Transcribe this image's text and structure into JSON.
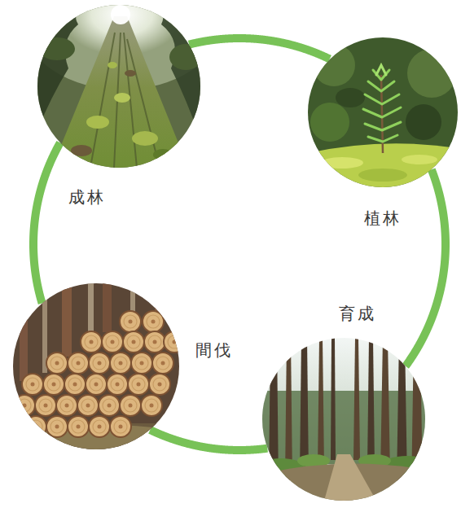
{
  "diagram": {
    "nodes": [
      {
        "text": [
          "成林"
        ]
      },
      {
        "text": [
          "植林"
        ]
      },
      {
        "text": [
          "間伐"
        ]
      },
      {
        "text": [
          "育成"
        ]
      }
    ],
    "edges": [
      {
        "from": 0,
        "to": 1,
        "arrow": "none"
      },
      {
        "from": 1,
        "to": 3,
        "arrow": "none"
      },
      {
        "from": 3,
        "to": 2,
        "arrow": "none"
      },
      {
        "from": 2,
        "to": 0,
        "arrow": "none"
      }
    ]
  }
}
